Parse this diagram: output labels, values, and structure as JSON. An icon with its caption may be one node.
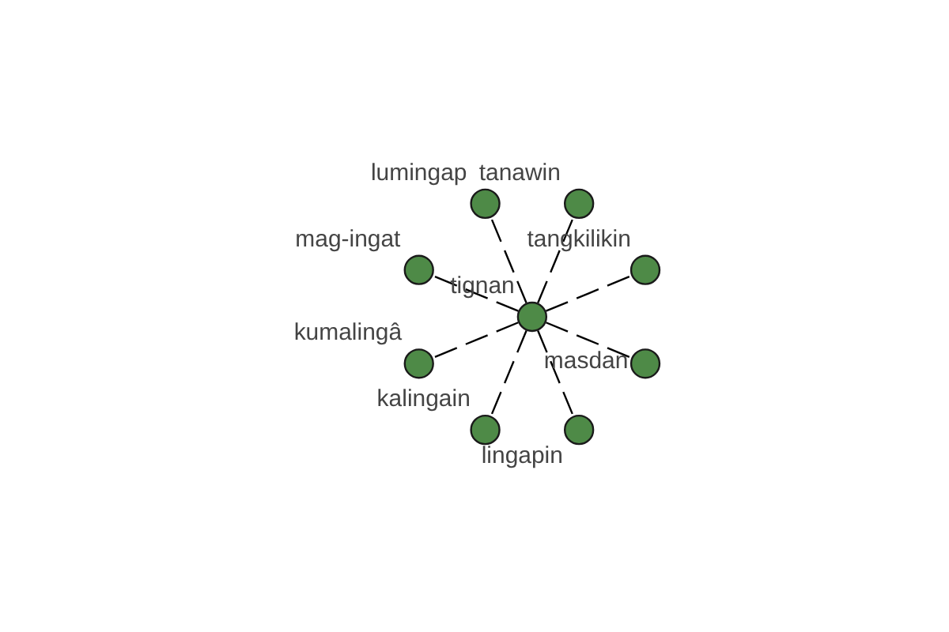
{
  "diagram": {
    "nodes": [
      {
        "text": [],
        "shape": "circle",
        "beside": [
          "tangkilikin"
        ]
      },
      {
        "text": [],
        "shape": "circle",
        "beside": [
          "tanawin"
        ]
      },
      {
        "text": [],
        "shape": "circle",
        "beside": [
          "lumingap"
        ]
      },
      {
        "text": [],
        "shape": "circle",
        "beside": [
          "mag-ingat"
        ]
      },
      {
        "text": [],
        "shape": "circle",
        "beside": [
          "kumalingâ"
        ]
      },
      {
        "text": [],
        "shape": "circle",
        "beside": [
          "tignan"
        ]
      },
      {
        "text": [],
        "shape": "circle",
        "beside": [
          "kalingain"
        ]
      },
      {
        "text": [],
        "shape": "circle",
        "beside": [
          "lingapin"
        ]
      },
      {
        "text": [],
        "shape": "circle",
        "beside": [
          "masdan"
        ]
      }
    ],
    "edges": [
      {
        "from": 5,
        "to": 0,
        "arrow": "none",
        "style": "dashed"
      },
      {
        "from": 5,
        "to": 1,
        "arrow": "none",
        "style": "dashed"
      },
      {
        "from": 5,
        "to": 2,
        "arrow": "none",
        "style": "dashed"
      },
      {
        "from": 5,
        "to": 3,
        "arrow": "none",
        "style": "dashed"
      },
      {
        "from": 5,
        "to": 4,
        "arrow": "none",
        "style": "dashed"
      },
      {
        "from": 5,
        "to": 6,
        "arrow": "none",
        "style": "dashed"
      },
      {
        "from": 5,
        "to": 7,
        "arrow": "none",
        "style": "dashed"
      },
      {
        "from": 5,
        "to": 8,
        "arrow": "none",
        "style": "dashed"
      }
    ]
  }
}
